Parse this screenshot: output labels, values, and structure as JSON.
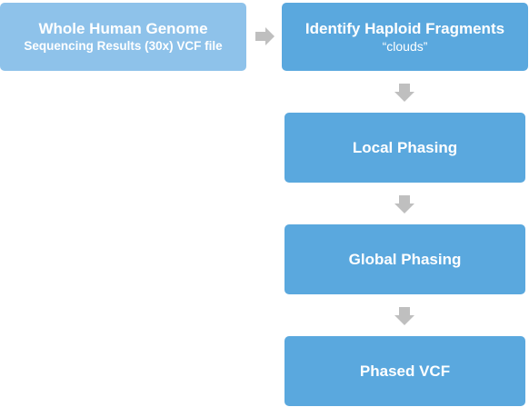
{
  "colors": {
    "input_box": "#8ec2ea",
    "step_box": "#5aa8de",
    "arrow": "#bfbfbf",
    "text": "#ffffff"
  },
  "nodes": {
    "input": {
      "line1": "Whole Human Genome",
      "line2": "Sequencing Results (30x) VCF file"
    },
    "clouds": {
      "title": "Identify Haploid Fragments",
      "subtitle": "“clouds”"
    },
    "local": {
      "label": "Local Phasing"
    },
    "global": {
      "label": "Global Phasing"
    },
    "phased": {
      "label": "Phased VCF"
    }
  },
  "icons": {
    "right": "arrow-right-icon",
    "down": "arrow-down-icon"
  }
}
